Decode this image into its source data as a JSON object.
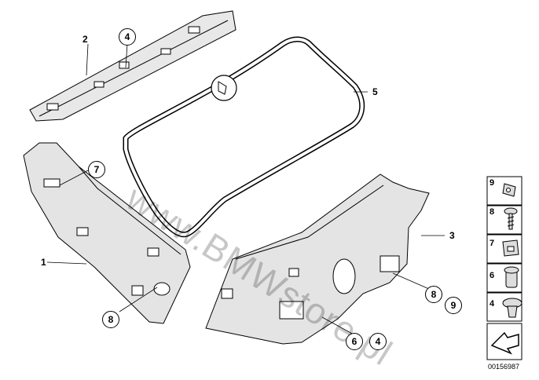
{
  "callouts": {
    "p1": "1",
    "p2": "2",
    "p3": "3",
    "p5": "5",
    "c4a": "4",
    "c7": "7",
    "c8a": "8",
    "c8b": "8",
    "c9b": "9",
    "c6b": "6",
    "c4b": "4"
  },
  "legend": {
    "l9": "9",
    "l8": "8",
    "l7": "7",
    "l6": "6",
    "l4": "4"
  },
  "watermark": "www.BMWstore.pl",
  "diagram_code": "00156987"
}
